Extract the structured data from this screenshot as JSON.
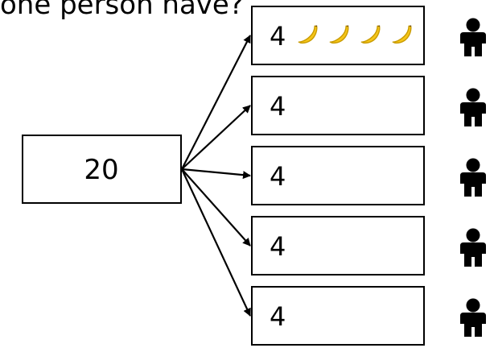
{
  "prompt_fragment": "one person have?",
  "total": {
    "label": "20"
  },
  "shares": [
    {
      "label": "4",
      "fruit_icons": [
        "banana-icon",
        "banana-icon",
        "banana-icon",
        "banana-icon"
      ]
    },
    {
      "label": "4",
      "fruit_icons": []
    },
    {
      "label": "4",
      "fruit_icons": []
    },
    {
      "label": "4",
      "fruit_icons": []
    },
    {
      "label": "4",
      "fruit_icons": []
    }
  ],
  "people": [
    {
      "icon": "person-icon"
    },
    {
      "icon": "person-icon"
    },
    {
      "icon": "person-icon"
    },
    {
      "icon": "person-icon"
    },
    {
      "icon": "person-icon"
    }
  ],
  "colors": {
    "banana": "#F5C518",
    "banana_outline": "#C89A00",
    "stroke": "#000000"
  }
}
